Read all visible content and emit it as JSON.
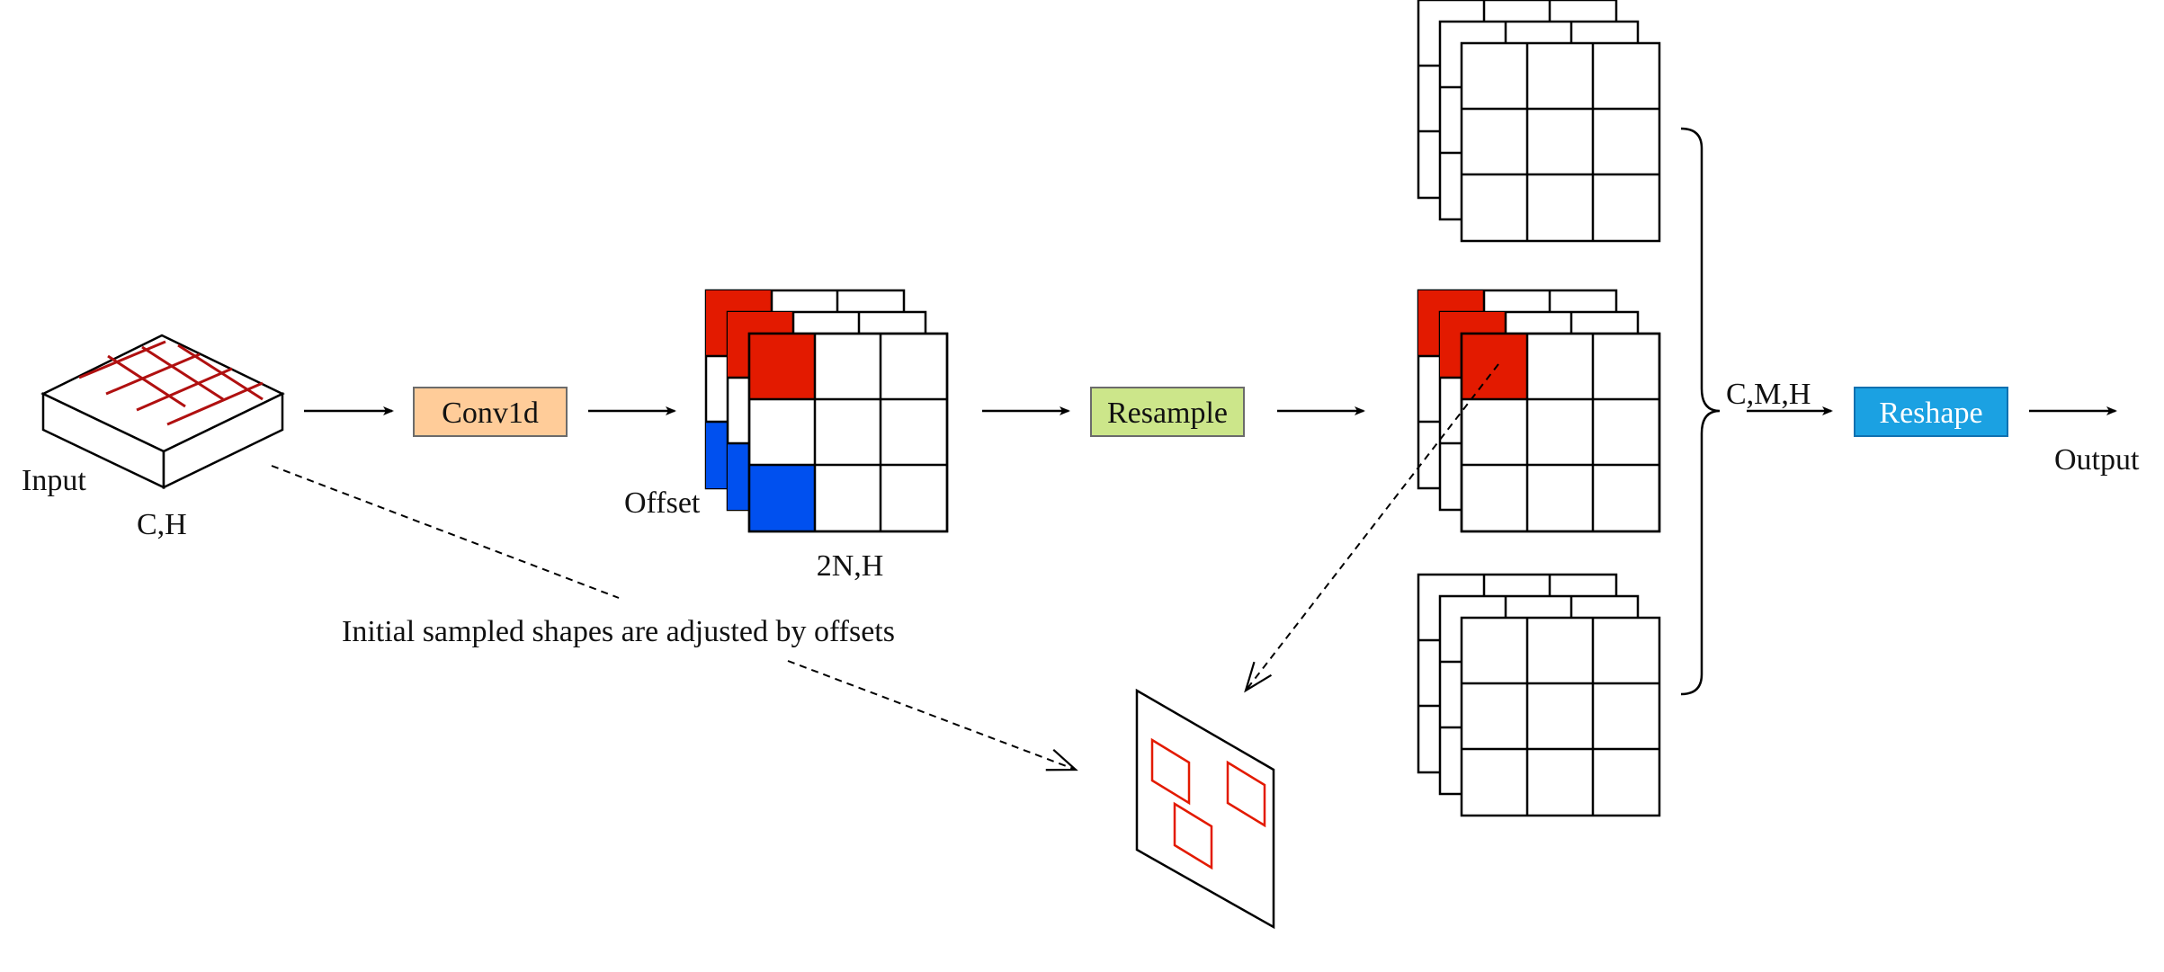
{
  "labels": {
    "input": "Input",
    "input_dims": "C,H",
    "offset": "Offset",
    "offset_dims": "2N,H",
    "resampled_dims": "C,M,H",
    "output": "Output",
    "annotation": "Initial sampled shapes are adjusted by offsets"
  },
  "blocks": {
    "conv": {
      "label": "Conv1d",
      "color": "#FFCC99"
    },
    "resample": {
      "label": "Resample",
      "color": "#CCE68A"
    },
    "reshape": {
      "label": "Reshape",
      "color": "#1BA1E2"
    }
  },
  "colors": {
    "highlight_red": "#E31A00",
    "highlight_blue": "#0050EF",
    "input_grid": "#B01010",
    "sample_shape": "#E31A00",
    "line": "#000000"
  }
}
